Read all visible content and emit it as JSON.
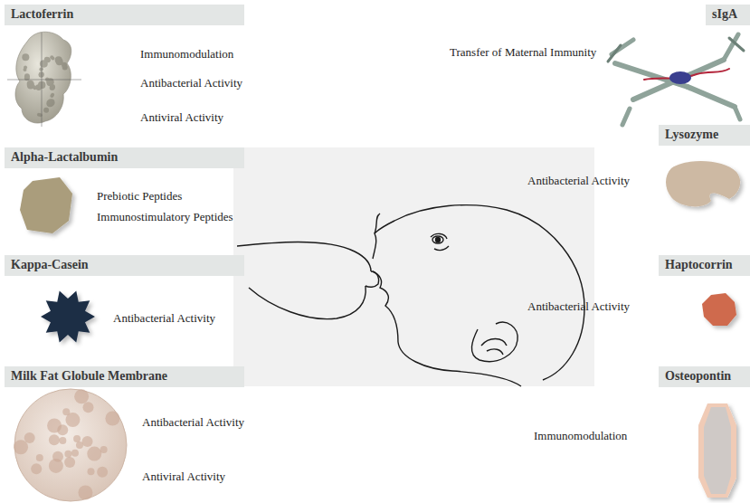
{
  "diagram": {
    "nodes": [
      {
        "text": [
          "Lactoferrin"
        ]
      },
      {
        "text": [
          "Alpha-Lactalbumin"
        ]
      },
      {
        "text": [
          "Kappa-Casein"
        ]
      },
      {
        "text": [
          "Milk Fat Globule Membrane"
        ]
      },
      {
        "text": [
          "sIgA"
        ]
      },
      {
        "text": [
          "Lysozyme"
        ]
      },
      {
        "text": [
          "Haptocorrin"
        ]
      },
      {
        "text": [
          "Osteopontin"
        ]
      }
    ],
    "edges": [],
    "labels": [
      "Immunomodulation",
      "Antibacterial Activity",
      "Antiviral Activity",
      "Prebiotic Peptides",
      "Immunostimulatory Peptides",
      "Antibacterial Activity",
      "Antibacterial Activity",
      "Antiviral Activity",
      "Transfer of Maternal Immunity",
      "Antibacterial Activity",
      "Antibacterial Activity",
      "Immunomodulation"
    ]
  }
}
